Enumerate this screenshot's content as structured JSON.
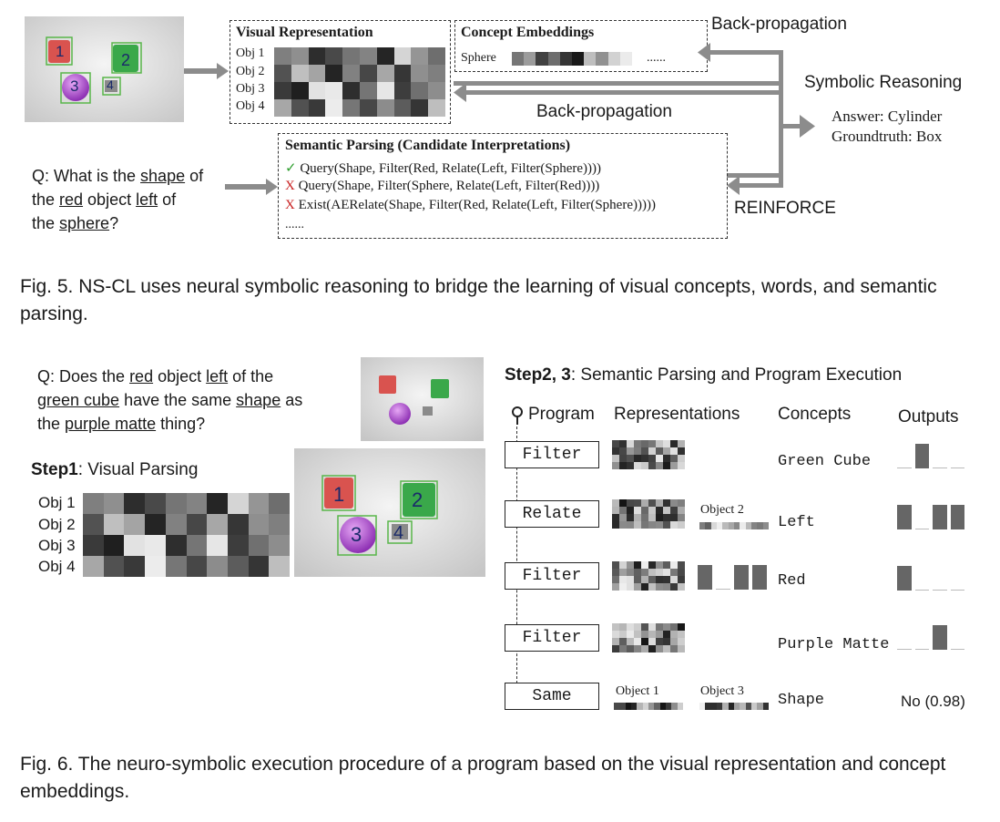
{
  "fig5": {
    "visual_repr_title": "Visual Representation",
    "objs": [
      "Obj 1",
      "Obj 2",
      "Obj 3",
      "Obj 4"
    ],
    "concept_title": "Concept Embeddings",
    "sphere_label": "Sphere",
    "ellipsis": "......",
    "backprop_top": "Back-propagation",
    "backprop_mid": "Back-propagation",
    "symbolic": "Symbolic Reasoning",
    "answer": "Answer: Cylinder",
    "groundtruth": "Groundtruth: Box",
    "reinforce": "REINFORCE",
    "semantic_title": "Semantic Parsing (Candidate Interpretations)",
    "candidates": [
      {
        "mark": "✓",
        "text": "Query(Shape, Filter(Red, Relate(Left, Filter(Sphere))))"
      },
      {
        "mark": "X",
        "text": "Query(Shape, Filter(Sphere, Relate(Left, Filter(Red))))"
      },
      {
        "mark": "X",
        "text": "Exist(AERelate(Shape, Filter(Red, Relate(Left, Filter(Sphere)))))"
      }
    ],
    "candidates_more": "......",
    "question": {
      "l1a": "Q: What is the ",
      "l1b": "shape",
      "l1c": " of",
      "l2a": "the ",
      "l2b": "red",
      "l2c": " object ",
      "l2d": "left",
      "l2e": " of",
      "l3a": "the ",
      "l3b": "sphere",
      "l3c": "?"
    },
    "scene_labels": [
      "1",
      "2",
      "3",
      "4"
    ],
    "caption": "Fig. 5.  NS-CL uses neural symbolic reasoning to bridge the learning of visual concepts, words, and semantic parsing."
  },
  "fig6": {
    "question": {
      "l1a": "Q: Does the ",
      "l1b": "red",
      "l1c": " object ",
      "l1d": "left",
      "l1e": " of the",
      "l2a": "green cube",
      "l2b": " have the same ",
      "l2c": "shape",
      "l2d": " as",
      "l3a": "the ",
      "l3b": "purple matte",
      "l3c": " thing?"
    },
    "step1_bold": "Step1",
    "step1_rest": ": Visual Parsing",
    "objs": [
      "Obj 1",
      "Obj 2",
      "Obj 3",
      "Obj 4"
    ],
    "step23_bold": "Step2, 3",
    "step23_rest": ": Semantic Parsing and Program Execution",
    "col_program": "Program",
    "col_repr": "Representations",
    "col_concepts": "Concepts",
    "col_outputs": "Outputs",
    "rows": [
      {
        "program": "Filter",
        "concept": "Green Cube",
        "extra": "",
        "outputs": [
          0.05,
          0.95,
          0.05,
          0.05
        ]
      },
      {
        "program": "Relate",
        "concept": "Left",
        "extra": "Object 2",
        "outputs": [
          0.95,
          0.05,
          0.95,
          0.95
        ]
      },
      {
        "program": "Filter",
        "concept": "Red",
        "extra": "",
        "outputs": [
          0.95,
          0.05,
          0.05,
          0.05
        ]
      },
      {
        "program": "Filter",
        "concept": "Purple Matte",
        "extra": "",
        "outputs": [
          0.05,
          0.05,
          0.95,
          0.05
        ]
      },
      {
        "program": "Same",
        "concept": "Shape",
        "extra": "",
        "outputs": []
      }
    ],
    "same_obj1": "Object 1",
    "same_obj3": "Object 3",
    "same_output": "No (0.98)",
    "scene_labels": [
      "1",
      "2",
      "3",
      "4"
    ],
    "caption": "Fig. 6.  The neuro-symbolic execution procedure of a program based on the visual representation and concept embeddings."
  },
  "colors": {
    "red_cube": "#d9534f",
    "green_cube": "#3aa84a",
    "purple_sphere": "#b04fd6",
    "gray_cube": "#8a8a8a",
    "box_green": "#59b64a",
    "arrow": "#8c8c8c",
    "check": "#2e9e2e",
    "cross": "#c81e1e"
  }
}
